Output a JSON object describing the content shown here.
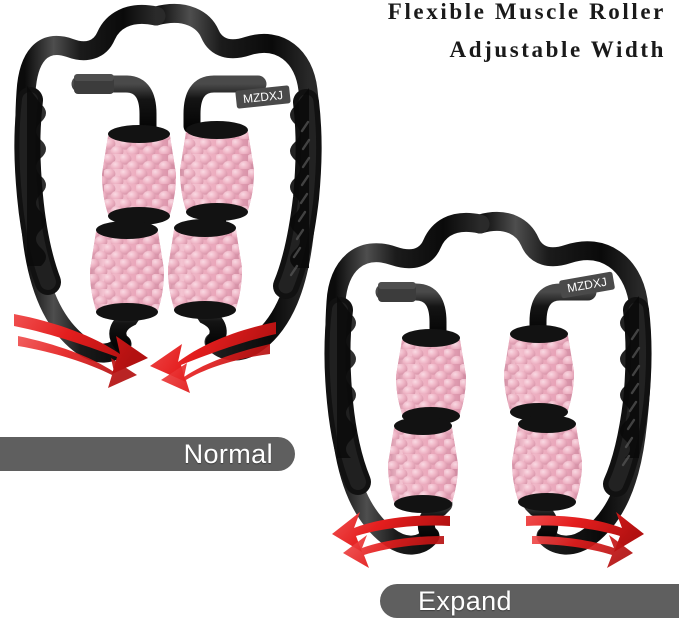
{
  "headline": {
    "line1": "Flexible Muscle Roller",
    "line2": "Adjustable Width"
  },
  "labels": {
    "normal": "Normal",
    "expand": "Expand"
  },
  "brand": {
    "name": "MZDXJ"
  },
  "colors": {
    "background": "#ffffff",
    "headline_text": "#1a1a1a",
    "pill_gray": "#5f5f5f",
    "pill_text": "#ffffff",
    "frame_black": "#141414",
    "frame_black_light": "#3a3a3a",
    "roller_pink": "#edaec0",
    "roller_pink_light": "#f6cdd8",
    "roller_pink_dark": "#d891a6",
    "arrow_red": "#e41e1e",
    "arrow_red_dark": "#b31111",
    "badge_gray": "#4a4a4a"
  },
  "products": [
    {
      "id": "normal",
      "state_label": "Normal",
      "roller_count": 4,
      "arrow_directions": [
        "right",
        "left"
      ],
      "arrow_meaning": "rollers squeeze inward / narrow width"
    },
    {
      "id": "expand",
      "state_label": "Expand",
      "roller_count": 4,
      "arrow_directions": [
        "left",
        "right"
      ],
      "arrow_meaning": "rollers spread outward / wide width"
    }
  ]
}
